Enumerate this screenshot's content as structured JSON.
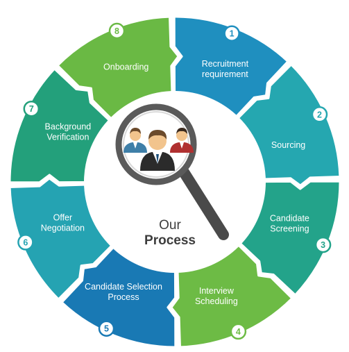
{
  "center": {
    "line1": "Our",
    "line2": "Process"
  },
  "steps": [
    {
      "number": "1",
      "label_lines": [
        "Recruitment",
        "requirement"
      ],
      "color": "#1f8fbf"
    },
    {
      "number": "2",
      "label_lines": [
        "Sourcing"
      ],
      "color": "#25a7b0"
    },
    {
      "number": "3",
      "label_lines": [
        "Candidate",
        "Screening"
      ],
      "color": "#23a38a"
    },
    {
      "number": "4",
      "label_lines": [
        "Interview",
        "Scheduling"
      ],
      "color": "#6dbb45"
    },
    {
      "number": "5",
      "label_lines": [
        "Candidate Selection",
        "Process"
      ],
      "color": "#1979b4"
    },
    {
      "number": "6",
      "label_lines": [
        "Offer",
        "Negotiation"
      ],
      "color": "#25a3b2"
    },
    {
      "number": "7",
      "label_lines": [
        "Background",
        "Verification"
      ],
      "color": "#23a07b"
    },
    {
      "number": "8",
      "label_lines": [
        "Onboarding"
      ],
      "color": "#6ab944"
    }
  ],
  "icons": [
    "magnifier-icon",
    "team-people-icon"
  ]
}
